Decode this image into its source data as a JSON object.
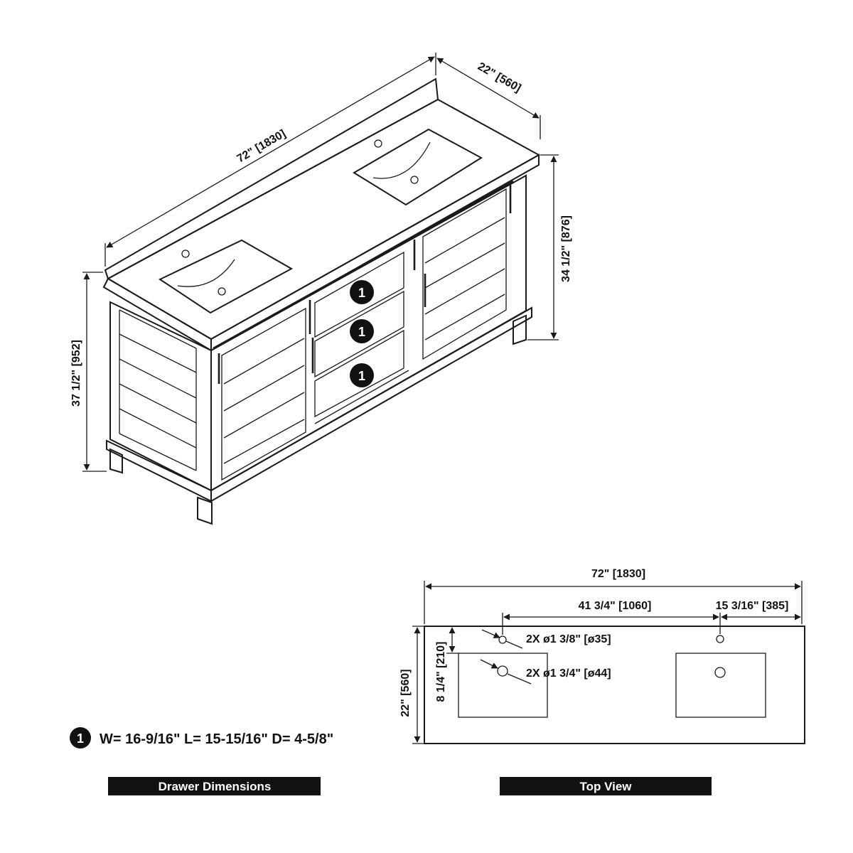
{
  "iso_view": {
    "width_label": "72\" [1830]",
    "depth_label": "22\" [560]",
    "height_label": "37 1/2\" [952]",
    "counter_height_label": "34 1/2\" [876]",
    "callout_number": "1"
  },
  "top_view": {
    "overall_width_label": "72\" [1830]",
    "hole_spacing_label": "41 3/4\" [1060]",
    "edge_offset_label": "15 3/16\" [385]",
    "depth_label": "22\" [560]",
    "sink_offset_label": "8 1/4\" [210]",
    "faucet_hole_label": "2X ø1 3/8\" [ø35]",
    "drain_hole_label": "2X ø1 3/4\" [ø44]"
  },
  "legend": {
    "number": "1",
    "text": "W= 16-9/16\" L= 15-15/16\" D= 4-5/8\""
  },
  "labels": {
    "drawer_dimensions": "Drawer Dimensions",
    "top_view": "Top View"
  }
}
